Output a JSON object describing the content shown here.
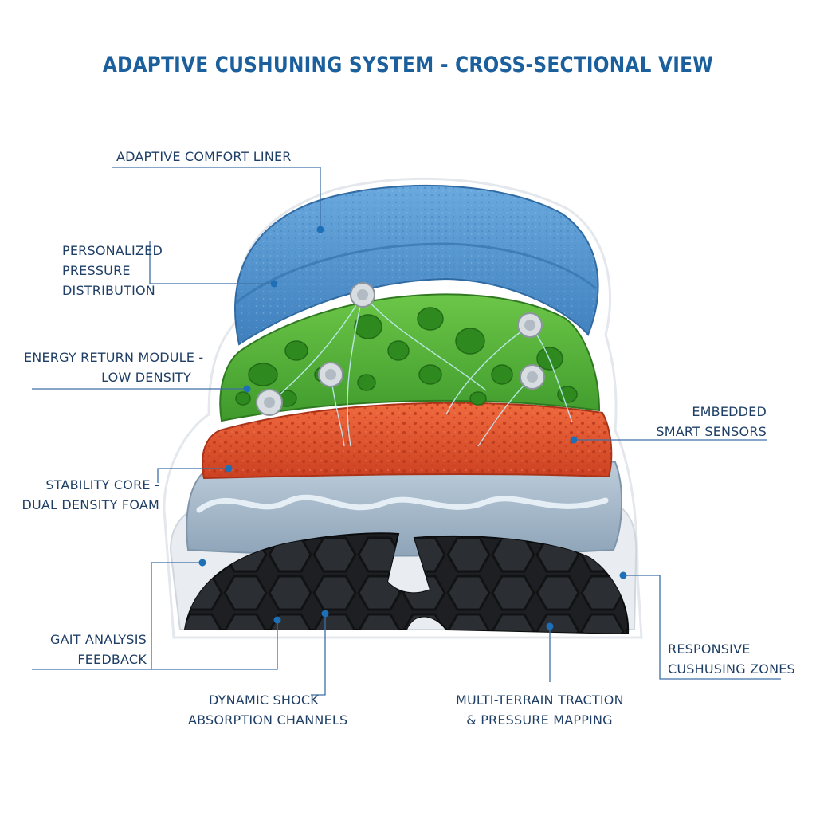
{
  "title": "ADAPTIVE CUSHUNING SYSTEM - CROSS-SECTIONAL VIEW",
  "colors": {
    "title": "#1b5f9c",
    "label_text": "#1f3f66",
    "leader": "#3d6fa6",
    "liner": "#5b9ed6",
    "energy_module": "#59b53d",
    "stability_core": "#e4532c",
    "midsole": "#a9bed0",
    "outsole": "#1d1f22",
    "base": "#e9edf1"
  },
  "labels": {
    "comfort_liner": [
      "ADAPTIVE COMFORT LINER"
    ],
    "pressure_distribution": [
      "PERSONALIZED",
      "PRESSURE",
      "DISTRIBUTION"
    ],
    "energy_return": [
      "ENERGY RETURN MODULE -",
      "LOW DENSITY"
    ],
    "stability_core": [
      "STABILITY CORE -",
      "DUAL DENSITY FOAM"
    ],
    "gait_analysis": [
      "GAIT ANALYSIS",
      "FEEDBACK"
    ],
    "shock_absorption": [
      "DYNAMIC SHOCK",
      "ABSORPTION CHANNELS"
    ],
    "traction": [
      "MULTI-TERRAIN TRACTION",
      "& PRESSURE MAPPING"
    ],
    "responsive_zones": [
      "RESPONSIVE",
      "CUSHUSING ZONES"
    ],
    "smart_sensors": [
      "EMBEDDED",
      "SMART SENSORS"
    ]
  }
}
